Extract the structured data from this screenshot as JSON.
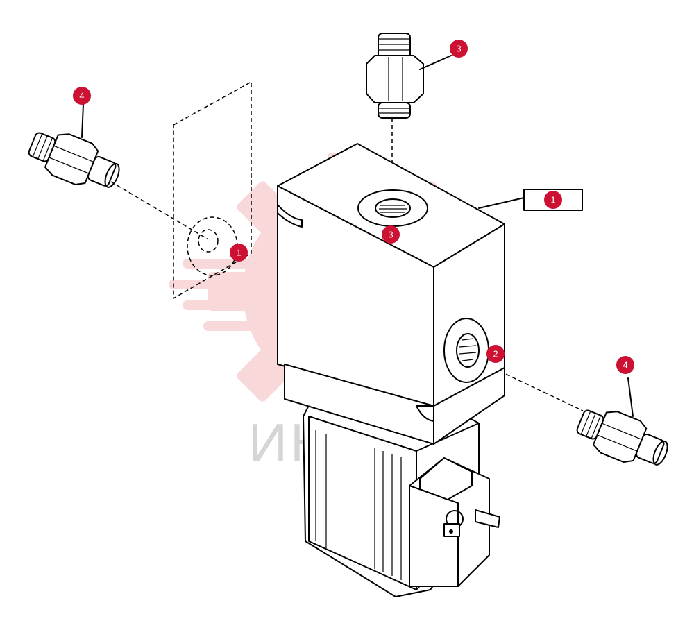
{
  "colors": {
    "callout_fill": "#cc1133",
    "callout_text": "#ffffff",
    "watermark_fill": "#f4c6c6",
    "watermark_text": "#c8c8c8",
    "line": "#000000"
  },
  "watermark": {
    "brand_text": "ИНТЕХ",
    "icon": "gear-wrench-logo"
  },
  "parts": {
    "valve_body": "solenoid-valve-body",
    "coil": "solenoid-coil",
    "connector": "coil-connector",
    "fittings": [
      "fitting-top",
      "fitting-left",
      "fitting-right"
    ],
    "gasket": "gasket-plate"
  },
  "callouts": [
    {
      "id": "callout-1-box",
      "label": "1"
    },
    {
      "id": "callout-1-gasket",
      "label": "1"
    },
    {
      "id": "callout-2-side-port",
      "label": "2"
    },
    {
      "id": "callout-3-top-fitting",
      "label": "3"
    },
    {
      "id": "callout-3-top-port",
      "label": "3"
    },
    {
      "id": "callout-4-left-fitting",
      "label": "4"
    },
    {
      "id": "callout-4-right-fitting",
      "label": "4"
    }
  ]
}
